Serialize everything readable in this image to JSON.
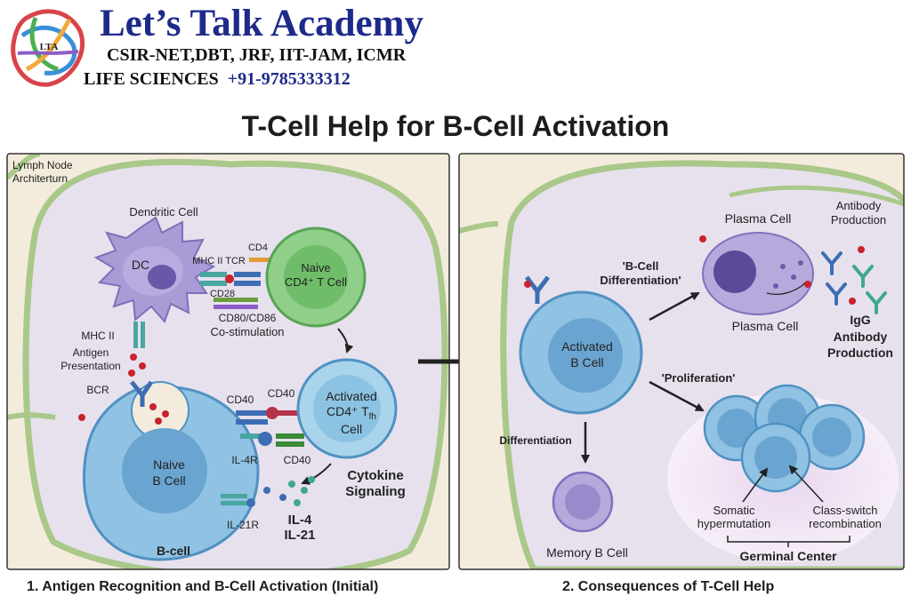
{
  "branding": {
    "name": "Let’s Talk Academy",
    "exams": "CSIR-NET,DBT, JRF, IIT-JAM, ICMR",
    "subject": "LIFE SCIENCES",
    "phone": "+91-9785333312",
    "logo_text": "LTA"
  },
  "title": "T-Cell Help for B-Cell Activation",
  "panel1": {
    "corner_label_1": "Lymph Node",
    "corner_label_2": "Architerturn",
    "dendritic_cell": "Dendritic Cell",
    "dc": "DC",
    "mhc_ii_tcr": "MHC II TCR",
    "cd4": "CD4",
    "naive_t_1": "Naive",
    "naive_t_2": "CD4⁺ T Cell",
    "cd28": "CD28",
    "cd80_cd86": "CD80/CD86",
    "co_stimulation": "Co-stimulation",
    "mhc_ii": "MHC II",
    "antigen_1": "Antigen",
    "antigen_2": "Presentation",
    "bcr": "BCR",
    "cd40_a": "CD40",
    "cd40_b": "CD40",
    "cd40_c": "CD40",
    "activated_t_1": "Activated",
    "activated_t_2": "CD4⁺ T",
    "activated_t_sub": "fh",
    "activated_t_3": "Cell",
    "il4r": "IL-4R",
    "cytokine_1": "Cytokine",
    "cytokine_2": "Signaling",
    "naive_b_1": "Naive",
    "naive_b_2": "B Cell",
    "il21r": "IL-21R",
    "il4": "IL-4",
    "il21": "IL-21",
    "bcell": "B-cell",
    "caption": "1. Antigen Recognition and B-Cell Activation (Initial)"
  },
  "panel2": {
    "plasma_cell_top": "Plasma Cell",
    "antibody_1": "Antibody",
    "antibody_2": "Production",
    "differentiation_q1": "'B-Cell",
    "differentiation_q2": "Differentiation'",
    "plasma_cell_bottom": "Plasma Cell",
    "igg_1": "IgG",
    "igg_2": "Antibody",
    "igg_3": "Production",
    "activated_b_1": "Activated",
    "activated_b_2": "B Cell",
    "proliferation": "'Proliferation'",
    "differentiation": "Differentiation",
    "memory_b": "Memory B Cell",
    "somatic_1": "Somatic",
    "somatic_2": "hypermutation",
    "class_switch_1": "Class-switch",
    "class_switch_2": "recombination",
    "germinal_center": "Germinal Center",
    "caption": "2. Consequences of T-Cell Help"
  },
  "colors": {
    "brand_blue": "#1e2a8a",
    "dc_purple": "#a99bd6",
    "t_cell_green": "#7cc47c",
    "b_cell_blue": "#6fb0d8",
    "tissue_beige": "#efe6d4",
    "vessel_green": "#9cc27a"
  }
}
